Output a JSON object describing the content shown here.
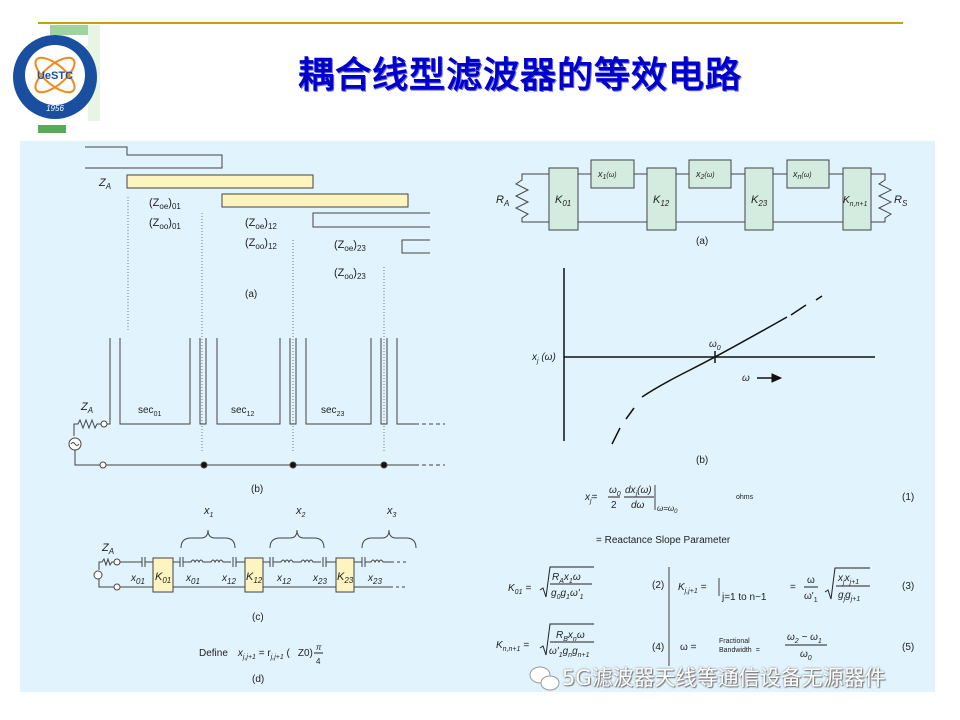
{
  "title": "耦合线型滤波器的等效电路",
  "logo": {
    "text": "UeSTC",
    "year": "1956"
  },
  "watermark": "5G滤波器天线等通信设备无源器件",
  "left": {
    "a": {
      "za": "Z",
      "za_sub": "A",
      "labels": [
        {
          "main": "(Z",
          "sub1": "oe",
          "close": ")",
          "sub2": "01"
        },
        {
          "main": "(Z",
          "sub1": "oo",
          "close": ")",
          "sub2": "01"
        },
        {
          "main": "(Z",
          "sub1": "oe",
          "close": ")",
          "sub2": "12"
        },
        {
          "main": "(Z",
          "sub1": "oo",
          "close": ")",
          "sub2": "12"
        },
        {
          "main": "(Z",
          "sub1": "oe",
          "close": ")",
          "sub2": "23"
        },
        {
          "main": "(Z",
          "sub1": "oo",
          "close": ")",
          "sub2": "23"
        }
      ],
      "caption": "(a)"
    },
    "b": {
      "za": "Z",
      "za_sub": "A",
      "sections": [
        {
          "main": "sec",
          "sub": "01"
        },
        {
          "main": "sec",
          "sub": "12"
        },
        {
          "main": "sec",
          "sub": "23"
        }
      ],
      "caption": "(b)"
    },
    "c": {
      "za": "Z",
      "za_sub": "A",
      "braces": [
        {
          "main": "x",
          "sub": "1"
        },
        {
          "main": "x",
          "sub": "2"
        },
        {
          "main": "x",
          "sub": "3"
        }
      ],
      "boxes": [
        {
          "main": "K",
          "sub": "01"
        },
        {
          "main": "K",
          "sub": "12"
        },
        {
          "main": "K",
          "sub": "23"
        }
      ],
      "x_labels": [
        {
          "main": "x",
          "sub": "01"
        },
        {
          "main": "x",
          "sub": "01"
        },
        {
          "main": "x",
          "sub": "12"
        },
        {
          "main": "x",
          "sub": "12"
        },
        {
          "main": "x",
          "sub": "23"
        },
        {
          "main": "x",
          "sub": "23"
        }
      ],
      "caption": "(c)"
    },
    "d": {
      "define": "Define",
      "lhs": "x",
      "lhs_sub": "j,j+1",
      "eq": " = r",
      "r_sub": "j,j+1",
      "paren_open": " (",
      "pi": "π",
      "four": "4",
      "z0": "Z0)",
      "caption": "(d)"
    }
  },
  "right": {
    "a": {
      "ra": "R",
      "ra_sub": "A",
      "rs": "R",
      "rs_sub": "S",
      "k_boxes": [
        {
          "main": "K",
          "sub": "01"
        },
        {
          "main": "K",
          "sub": "12"
        },
        {
          "main": "K",
          "sub": "23"
        },
        {
          "main": "K",
          "sub": "n,n+1"
        }
      ],
      "x_boxes": [
        {
          "main": "x",
          "sub": "1",
          "arg": "(ω)"
        },
        {
          "main": "x",
          "sub": "2",
          "arg": "(ω)"
        },
        {
          "main": "x",
          "sub": "n",
          "arg": "(ω)"
        }
      ],
      "caption": "(a)"
    },
    "b": {
      "ylabel": "x",
      "ylabel_sub": "j",
      "ylabel_arg": " (ω)",
      "omega0": "ω",
      "omega0_sub": "0",
      "xlabel": "ω",
      "caption": "(b)"
    },
    "equations": {
      "eq1": {
        "lhs": "x",
        "lhs_sub": "j",
        "eq": "=",
        "num1": "ω",
        "num1_sub": "0",
        "den1": "2",
        "num2": "dx",
        "num2_sub": "j",
        "num2_arg": "(ω)",
        "den2": "dω",
        "eval": "ω=ω",
        "eval_sub": "0",
        "units": "ohms",
        "number": "(1)"
      },
      "reactance": "= Reactance Slope Parameter",
      "eq2": {
        "lhs": "K",
        "lhs_sub": "01",
        "eq": "=",
        "num": "R",
        "num_sub": "A",
        "num_rest": "x",
        "num_rest_sub": "1",
        "num_end": "ω",
        "den": "g",
        "den_sub": "0",
        "den2": "g",
        "den2_sub": "1",
        "den3": "ω'",
        "den3_sub": "1",
        "number": "(2)"
      },
      "eq3": {
        "lhs": "K",
        "lhs_sub": "j,j+1",
        "eq": "=",
        "range": "j=1 to n−1",
        "eq2": "=",
        "frac_num": "ω",
        "frac_den": "ω'",
        "frac_den_sub": "1",
        "num": "x",
        "num_sub": "j",
        "num2": "x",
        "num2_sub": "j+1",
        "den": "g",
        "den_sub": "j",
        "den2": "g",
        "den2_sub": "j+1",
        "number": "(3)"
      },
      "eq4": {
        "lhs": "K",
        "lhs_sub": "n,n+1",
        "eq": "=",
        "num": "R",
        "num_sub": "B",
        "num_rest": "x",
        "num_rest_sub": "n",
        "num_end": "ω",
        "den": "ω'",
        "den_sub": "1",
        "den2": "g",
        "den2_sub": "n",
        "den3": "g",
        "den3_sub": "n+1",
        "number": "(4)"
      },
      "eq5": {
        "lhs": "ω =",
        "label1": "Fractional",
        "label2": "Bandwidth",
        "eq": "=",
        "num": "ω",
        "num_sub": "2",
        "num_mid": " − ω",
        "num_sub2": "1",
        "den": "ω",
        "den_sub": "0",
        "number": "(5)"
      }
    }
  },
  "colors": {
    "title": "#0000c8",
    "panel": "#e1f3fc",
    "yellow_box": "#fdf4c0",
    "green_box": "#d4ece0",
    "gold_line": "#c9a000"
  }
}
